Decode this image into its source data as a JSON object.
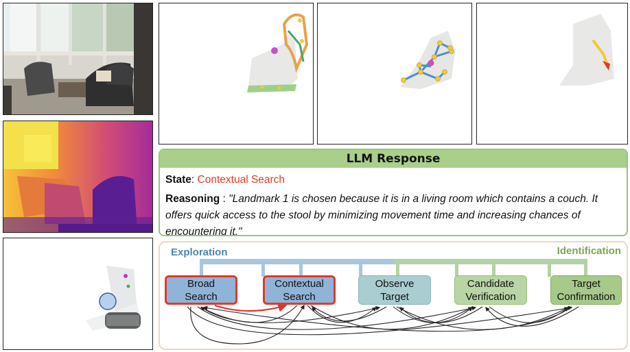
{
  "llm": {
    "title": "LLM Response",
    "state_label": "State",
    "state_value": "Contextual Search",
    "reasoning_label": "Reasoning",
    "reasoning_value": "\"Landmark 1 is chosen because it is in a living room which contains a couch. It offers quick access to the stool by minimizing movement time and increasing chances of encountering it.\""
  },
  "flow": {
    "exploration_label": "Exploration",
    "identification_label": "Identification",
    "nodes": [
      {
        "label": "Broad Search"
      },
      {
        "label": "Contextual Search"
      },
      {
        "label": "Observe Target"
      },
      {
        "label": "Candidate Verification"
      },
      {
        "label": "Target Confirmation"
      }
    ]
  },
  "colors": {
    "exploration_blue": "#7aa6c9",
    "identification_green": "#9dbf7a",
    "active_red": "#e03a2b",
    "observe_teal": "#a9cdd0"
  }
}
